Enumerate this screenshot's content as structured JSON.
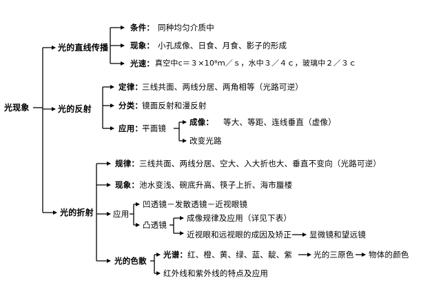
{
  "root": "光现象",
  "propagation": {
    "label": "光的直线传播",
    "condition": {
      "key": "条件：",
      "text": "同种均匀介质中"
    },
    "phenomenon": {
      "key": "现象：",
      "text": "小孔成像、日食、月食、影子的形成"
    },
    "speed": {
      "key": "光速：",
      "text": "真空中c＝３×10⁸ｍ／ｓ，水中３／４ｃ，玻璃中２／３ｃ"
    }
  },
  "reflection": {
    "label": "光的反射",
    "law": {
      "key": "定律：",
      "text": "三线共面、两线分居、两角相等（光路可逆）"
    },
    "types": {
      "key": "分类：",
      "text": "镜面反射和漫反射"
    },
    "application": {
      "key": "应用：",
      "mirror": "平面镜",
      "imaging_key": "成像：",
      "imaging_text": "等大、等距、连线垂直（虚像）",
      "change_path": "改变光路"
    }
  },
  "refraction": {
    "label": "光的折射",
    "law": {
      "key": "规律：",
      "text": "三线共面、两线分居、空大、入大折也大、垂直不变向（光路可逆）"
    },
    "phenomenon": {
      "key": "现象：",
      "text": "池水变浅、碗底升高、筷子上折、海市蜃楼"
    },
    "application": {
      "label": "应用",
      "concave": "凹透镜－发散透镜－近视眼镜",
      "convex": "凸透镜",
      "convex_rule": "成像规律及应用（详见下表）",
      "convex_correction": "近视眼和远视眼的成因及矫正",
      "convex_instruments": "显微镜和望远镜"
    },
    "dispersion": {
      "label": "光的色散",
      "spectrum_key": "光谱：",
      "spectrum_colors": "红、橙、黄、绿、蓝、靛、紫",
      "primary": "光的三原色",
      "object_color": "物体的颜色",
      "infrared_uv": "红外线和紫外线的特点及应用"
    }
  }
}
